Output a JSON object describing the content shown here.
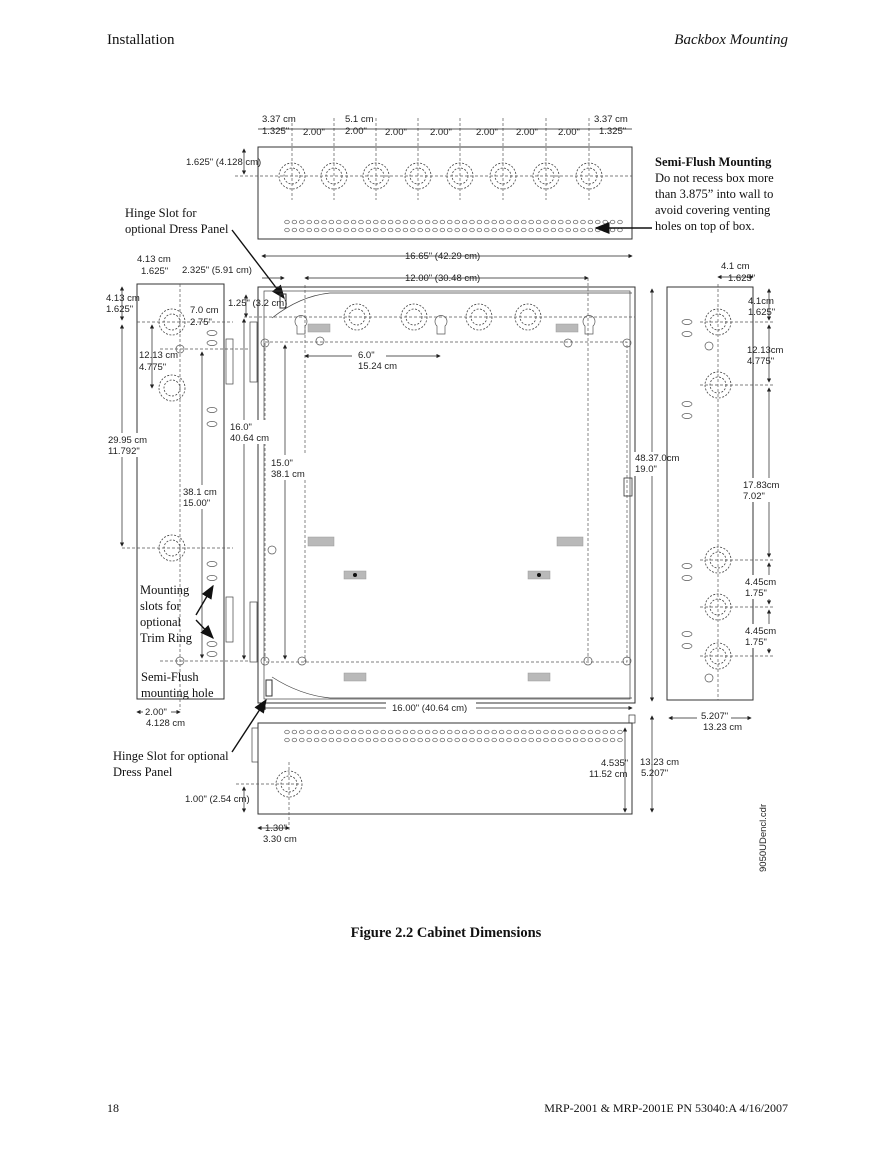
{
  "header": {
    "left": "Installation",
    "right": "Backbox Mounting"
  },
  "footer": {
    "page": "18",
    "doc": "MRP-2001 & MRP-2001E   PN 53040:A  4/16/2007"
  },
  "caption": "Figure 2.2 Cabinet Dimensions",
  "annotations": {
    "semi_flush_title": "Semi-Flush Mounting",
    "semi_flush_lines": [
      "Do not recess box more",
      "than 3.875” into wall to",
      "avoid covering venting",
      "holes on top of box."
    ],
    "hinge_top": [
      "Hinge Slot for",
      "optional Dress Panel"
    ],
    "mounting_slots": [
      "Mounting",
      "slots for",
      "optional",
      "Trim Ring"
    ],
    "semi_flush_hole": [
      "Semi-Flush",
      "mounting hole"
    ],
    "hinge_bottom": [
      "Hinge Slot for optional",
      "Dress Panel"
    ],
    "file_tag": "9050UDencl.cdr"
  },
  "dimensions": {
    "top_337cm": "3.37 cm",
    "top_1325_l": "1.325\"",
    "top_51cm": "5.1 cm",
    "top_200": "2.00\"",
    "top_337cm_r": "3.37 cm",
    "top_1325_r": "1.325\"",
    "top_1625": "1.625\" (4.128 cm)",
    "w_1665": "16.65\" (42.29 cm)",
    "w_1200": "12.00\" (30.48 cm)",
    "d_2325": "2.325\" (5.91 cm)",
    "d_125": "1.25\" (3.2 cm)",
    "l_413cm": "4.13  cm",
    "l_1625": "1.625\"",
    "l_413cm_b": "4.13 cm",
    "l_1625_b": "1.625\"",
    "l_70cm": "7.0 cm",
    "l_275": "2.75\"",
    "l_1213cm": "12.13 cm",
    "l_4775": "4.775\"",
    "l_2995": "29.95 cm",
    "l_11792": "11.792\"",
    "l_381": "38.1 cm",
    "l_1500": "15.00\"",
    "c_60": "6.0\"",
    "c_1524": "15.24 cm",
    "c_160": "16.0\"",
    "c_4064": "40.64 cm",
    "c_150": "15.0\"",
    "c_381": "38.1 cm",
    "h_48": "48.37.0cm",
    "h_190": "19.0\"",
    "r_41cm": "4.1 cm",
    "r_1625": "1.625\"",
    "r_41cm_b": "4.1cm",
    "r_1625_b": "1.625\"",
    "r_1213": "12.13cm",
    "r_4775": "4.775\"",
    "r_1783": "17.83cm",
    "r_702": "7.02\"",
    "r_445a": "4.45cm",
    "r_175a": "1.75\"",
    "r_445b": "4.45cm",
    "r_175b": "1.75\"",
    "r_5207": "5.207\"",
    "r_1323": "13.23 cm",
    "bl_200": "2.00\"",
    "bl_4128": "4.128  cm",
    "b_1600": "16.00\" (40.64 cm)",
    "b_4535": "4.535\"",
    "b_1152": "11.52 cm",
    "b_1323": "13.23 cm",
    "b_5207": "5.207\"",
    "b_100": "1.00\" (2.54 cm)",
    "b_130": "1.30\"",
    "b_330": "3.30 cm"
  },
  "colors": {
    "line": "#333333",
    "gray_block": "#b9b9b9"
  }
}
